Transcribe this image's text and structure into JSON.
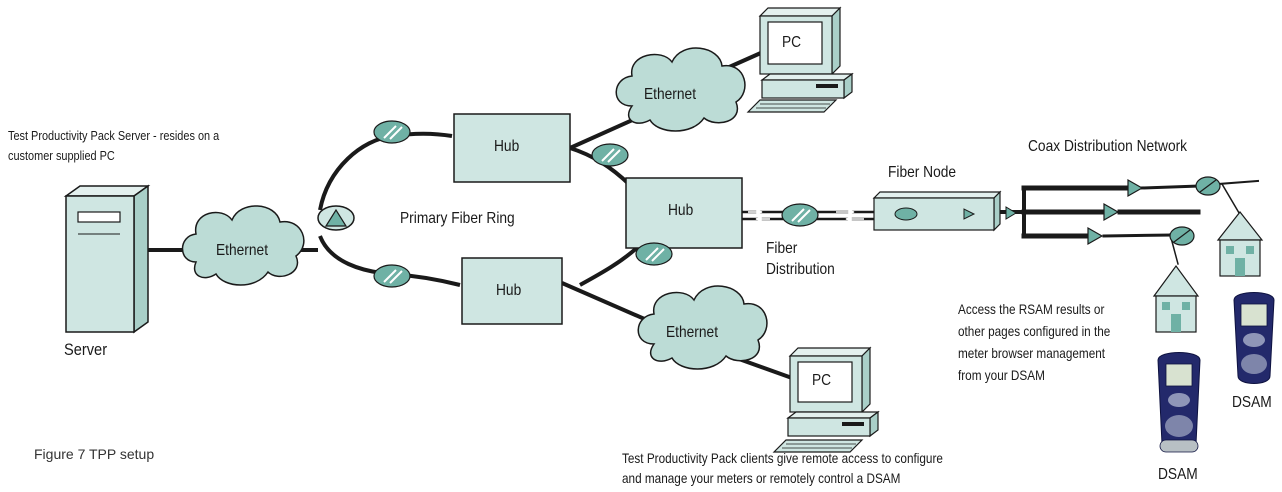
{
  "server_caption": "Test Productivity Pack Server - resides on a customer supplied PC",
  "server_caption_line1": "Test Productivity Pack Server - resides on a",
  "server_caption_line2": "customer supplied PC",
  "server_label": "Server",
  "ethernet_label": "Ethernet",
  "hub_label": "Hub",
  "pc_label": "PC",
  "ring_label": "Primary Fiber Ring",
  "fiber_node_label": "Fiber Node",
  "fiber_distribution_line1": "Fiber",
  "fiber_distribution_line2": "Distribution",
  "coax_label": "Coax Distribution Network",
  "access_line1": "Access the RSAM results or",
  "access_line2": "other pages configured in the",
  "access_line3": "meter browser management",
  "access_line4": "from your DSAM",
  "dsam_label": "DSAM",
  "figure_caption": "Figure 7 TPP setup",
  "clients_line1": "Test Productivity Pack clients give remote access to configure",
  "clients_line2": "and manage your meters or remotely control a DSAM",
  "colors": {
    "equipment_fill": "#cfe6e2",
    "cloud_fill": "#bcdcd6",
    "amp_fill": "#6fb1a5",
    "meter_body": "#23296b",
    "line": "#1a1a1a"
  }
}
